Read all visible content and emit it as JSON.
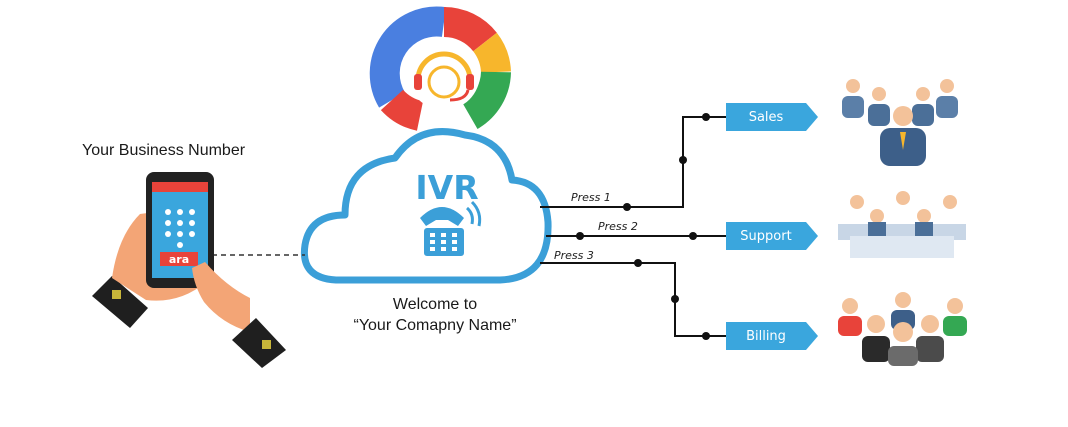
{
  "business_label": "Your Business Number",
  "keypad_text": "ara",
  "cloud_title": "IVR",
  "welcome": {
    "line1": "Welcome to",
    "line2": "“Your Comapny Name”"
  },
  "routes": [
    {
      "press": "Press 1",
      "dept": "Sales"
    },
    {
      "press": "Press 2",
      "dept": "Support"
    },
    {
      "press": "Press 3",
      "dept": "Billing"
    }
  ],
  "colors": {
    "accent": "#3aa6dd",
    "cloud_stroke": "#3b9fd8",
    "line": "#111111",
    "logo": [
      "#4a7fe0",
      "#e8433a",
      "#f7b62c",
      "#34a853"
    ]
  },
  "icons": [
    "headset-logo-icon",
    "telephone-icon",
    "hand-phone-icon",
    "people-group-icon"
  ]
}
